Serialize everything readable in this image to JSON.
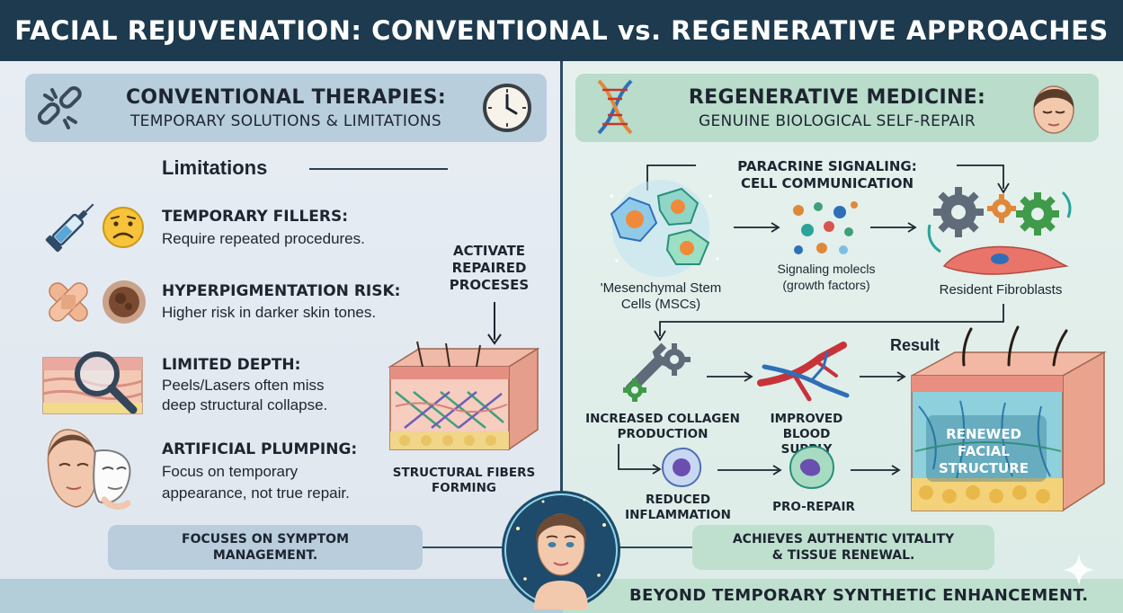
{
  "title": "FACIAL REJUVENATION: CONVENTIONAL vs. REGENERATIVE APPROACHES",
  "left": {
    "header_line1": "CONVENTIONAL THERAPIES:",
    "header_line2": "TEMPORARY SOLUTIONS & LIMITATIONS",
    "section_title": "Limitations",
    "items": [
      {
        "title": "TEMPORARY FILLERS:",
        "body1": "Require repeated procedures.",
        "body2": ""
      },
      {
        "title": "HYPERPIGMENTATION RISK:",
        "body1": "Higher risk in darker skin tones.",
        "body2": ""
      },
      {
        "title": "LIMITED DEPTH:",
        "body1": "Peels/Lasers often miss",
        "body2": "deep structural collapse."
      },
      {
        "title": "ARTIFICIAL PLUMPING:",
        "body1": "Focus on temporary",
        "body2": "appearance, not true repair."
      }
    ],
    "activate_line1": "ACTIVATE",
    "activate_line2": "REPAIRED",
    "activate_line3": "PROCESES",
    "fibers_line1": "STRUCTURAL FIBERS",
    "fibers_line2": "FORMING",
    "bottom_line1": "FOCUSES ON SYMPTOM",
    "bottom_line2": "MANAGEMENT."
  },
  "right": {
    "header_line1": "REGENERATIVE MEDICINE:",
    "header_line2": "GENUINE BIOLOGICAL SELF-REPAIR",
    "paracrine_line1": "PARACRINE SIGNALING:",
    "paracrine_line2": "CELL COMMUNICATION",
    "msc_line1": "'Mesenchymal Stem",
    "msc_line2": "Cells (MSCs)",
    "signal_line1": "Signaling molecls",
    "signal_line2": "(growth factors)",
    "fibroblasts": "Resident Fibroblasts",
    "result": "Result",
    "collagen_line1": "INCREASED COLLAGEN",
    "collagen_line2": "PRODUCTION",
    "blood_line1": "IMPROVED BLOOD",
    "blood_line2": "SUPPLY",
    "inflam_line1": "REDUCED",
    "inflam_line2": "INFLAMMATION",
    "prorepair": "PRO-REPAIR",
    "renewed_line1": "RENEWED",
    "renewed_line2": "FACIAL",
    "renewed_line3": "STRUCTURE",
    "bottom_line1": "ACHIEVES AUTHENTIC VITALITY",
    "bottom_line2": "& TISSUE RENEWAL."
  },
  "footer": "BEYOND TEMPORARY SYNTHETIC ENHANCEMENT.",
  "colors": {
    "title_bar": "#1d3a4e",
    "left_header": "#b8cedd",
    "right_header": "#b9dccb",
    "accent_teal": "#2aa39a",
    "skin": "#f2c4a8",
    "vessel_red": "#c8333a",
    "vessel_blue": "#2f6fb8"
  },
  "icons": [
    "broken-chain-icon",
    "clock-icon",
    "dna-icon",
    "serene-face-icon",
    "syringe-icon",
    "sad-face-icon",
    "bandage-icon",
    "dark-spot-icon",
    "magnifier-skin-icon",
    "face-with-mask-icon",
    "skin-cross-section-icon",
    "stem-cells-icon",
    "molecules-icon",
    "gears-icon",
    "fibroblast-icon",
    "wrench-gear-icon",
    "blood-vessel-icon",
    "immune-cell-icon",
    "pro-repair-cell-icon",
    "renewed-skin-block-icon",
    "glowing-face-icon",
    "sparkle-icon"
  ]
}
